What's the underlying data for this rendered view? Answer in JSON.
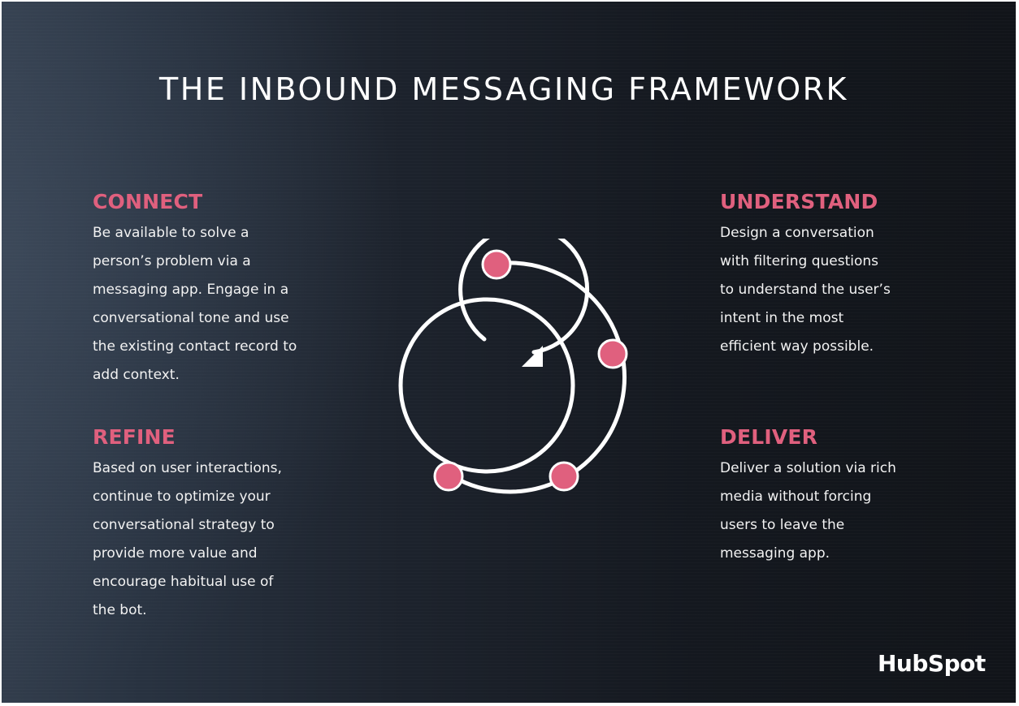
{
  "title": "THE INBOUND MESSAGING FRAMEWORK",
  "colors": {
    "accent": "#e0607e",
    "text": "#f2f2f2",
    "background_dark": "#111419",
    "background_light": "#323d4c"
  },
  "steps": {
    "connect": {
      "heading": "CONNECT",
      "lines": [
        "Be available to solve a",
        "person’s problem via a",
        "messaging app. Engage in a",
        "conversational tone and use",
        "the existing contact record to",
        "add context."
      ]
    },
    "understand": {
      "heading": "UNDERSTAND",
      "lines": [
        "Design a conversation",
        "with filtering questions",
        "to understand the user’s",
        "intent in the most",
        "efficient way possible."
      ]
    },
    "refine": {
      "heading": "REFINE",
      "lines": [
        "Based on user interactions,",
        "continue to optimize your",
        "conversational strategy to",
        "provide more value and",
        "encourage habitual use of",
        "the bot."
      ]
    },
    "deliver": {
      "heading": "DELIVER",
      "lines": [
        "Deliver a solution via rich",
        "media without forcing",
        "users to leave the",
        "messaging app."
      ]
    }
  },
  "diagram": {
    "icon": "spiral-arrow-icon",
    "node_icon": "pink-dot-icon",
    "node_count": 4
  },
  "logo": {
    "text": "HubSpot",
    "icon": "hubspot-sprocket-logo"
  }
}
